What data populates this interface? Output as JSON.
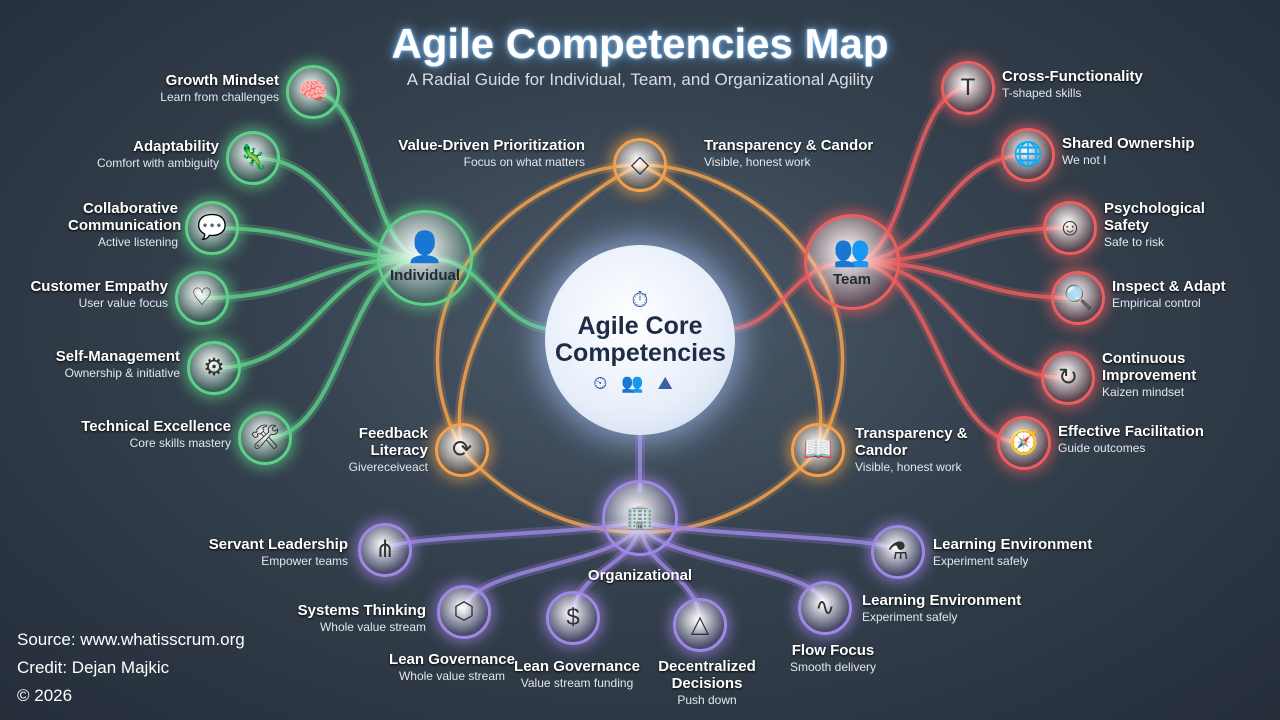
{
  "title": "Agile Competencies Map",
  "subtitle": "A Radial Guide for Individual, Team, and Organizational Agility",
  "center": {
    "title": "Agile Core Competencies",
    "icons": [
      "stopwatch-icon",
      "speedometer-icon",
      "people-icon",
      "mountain-arrow-icon"
    ]
  },
  "colors": {
    "individual": "#5fd08a",
    "team": "#ec5f5f",
    "shared": "#f2a24e",
    "organizational": "#a088e6"
  },
  "individual": {
    "label": "Individual",
    "icon": "person-icon",
    "items": [
      {
        "title": "Growth Mindset",
        "subtitle": "Learn from challenges",
        "icon": "brain-icon"
      },
      {
        "title": "Adaptability",
        "subtitle": "Comfort with ambiguity",
        "icon": "chameleon-icon"
      },
      {
        "title": "Collaborative Communication",
        "subtitle": "Active listening",
        "icon": "chat-bubbles-icon"
      },
      {
        "title": "Customer Empathy",
        "subtitle": "User value focus",
        "icon": "heart-user-icon"
      },
      {
        "title": "Self-Management",
        "subtitle": "Ownership & initiative",
        "icon": "user-gear-icon"
      },
      {
        "title": "Technical Excellence",
        "subtitle": "Core skills mastery",
        "icon": "tools-icon"
      }
    ]
  },
  "team": {
    "label": "Team",
    "icon": "team-icon",
    "items": [
      {
        "title": "Cross-Functionality",
        "subtitle": "T-shaped skills",
        "icon": "t-shape-tools-icon"
      },
      {
        "title": "Shared Ownership",
        "subtitle": "We not I",
        "icon": "globe-hands-icon"
      },
      {
        "title": "Psychological Safety",
        "subtitle": "Safe to risk",
        "icon": "shield-smile-icon"
      },
      {
        "title": "Inspect & Adapt",
        "subtitle": "Empirical control",
        "icon": "magnifier-chart-icon"
      },
      {
        "title": "Continuous Improvement",
        "subtitle": "Kaizen mindset",
        "icon": "spiral-arrow-icon"
      },
      {
        "title": "Effective Facilitation",
        "subtitle": "Guide outcomes",
        "icon": "compass-icon"
      }
    ]
  },
  "shared": {
    "items": [
      {
        "title": "Value-Driven Prioritization",
        "subtitle": "Focus on what matters",
        "icon": "diamond-icon"
      },
      {
        "title": "Transparency & Candor",
        "subtitle": "Visible, honest work",
        "icon": ""
      },
      {
        "title": "Feedback Literacy",
        "subtitle": "Givereceiveact",
        "icon": "feedback-cycle-icon"
      },
      {
        "title": "Transparency & Candor",
        "subtitle": "Visible, honest work",
        "icon": "open-book-icon"
      }
    ]
  },
  "organizational": {
    "label": "Organizational",
    "icon": "building-gear-icon",
    "items": [
      {
        "title": "Servant Leadership",
        "subtitle": "Empower teams",
        "icon": "hierarchy-icon"
      },
      {
        "title": "Systems Thinking",
        "subtitle": "Whole value stream",
        "icon": "network-icon"
      },
      {
        "title": "Lean Governance",
        "subtitle": "Whole value stream",
        "icon": ""
      },
      {
        "title": "Lean Governance",
        "subtitle": "Value stream funding",
        "icon": "coins-icon"
      },
      {
        "title": "Decentralized Decisions",
        "subtitle": "Push down",
        "icon": "pyramid-arrows-icon"
      },
      {
        "title": "Learning Environment",
        "subtitle": "Experiment safely",
        "icon": "flask-icon"
      },
      {
        "title": "Learning Environment",
        "subtitle": "Experiment safely",
        "icon": ""
      },
      {
        "title": "Flow Focus",
        "subtitle": "Smooth delivery",
        "icon": "pipe-icon"
      }
    ]
  },
  "credits": [
    "Source: www.whatisscrum.org",
    "Credit: Dejan Majkic",
    "© 2026"
  ]
}
